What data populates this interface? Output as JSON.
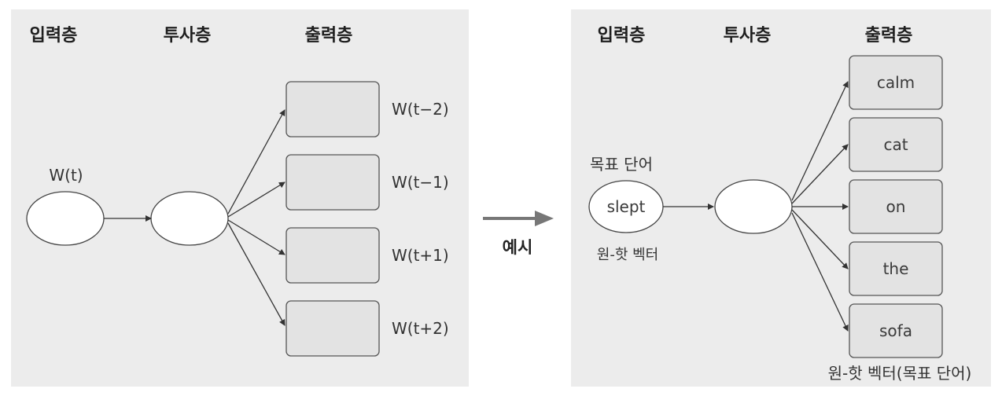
{
  "left_panel": {
    "headers": {
      "input": "입력층",
      "projection": "투사층",
      "output": "출력층"
    },
    "input_label": "W(t)",
    "output_labels": [
      "W(t−2)",
      "W(t−1)",
      "W(t+1)",
      "W(t+2)"
    ]
  },
  "middle": {
    "example_label": "예시"
  },
  "right_panel": {
    "headers": {
      "input": "입력층",
      "projection": "투사층",
      "output": "출력층"
    },
    "target_word_label": "목표 단어",
    "input_word": "slept",
    "one_hot_label": "원-핫 벡터",
    "output_words": [
      "calm",
      "cat",
      "on",
      "the",
      "sofa"
    ],
    "output_caption": "원-핫 벡터(목표 단어)"
  }
}
